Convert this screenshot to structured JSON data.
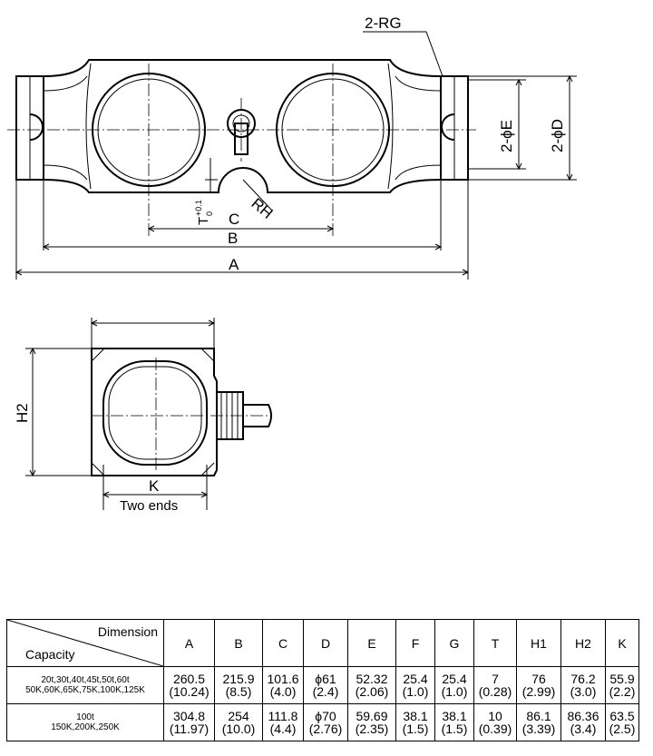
{
  "labels": {
    "rg": "2-RG",
    "e": "2-ϕE",
    "d": "2-ϕD",
    "rh": "RH",
    "t_main": "T",
    "t_sup": "+0.1",
    "t_sub": "0",
    "c": "C",
    "b": "B",
    "a": "A",
    "h2": "H2",
    "k": "K",
    "two_ends": "Two ends"
  },
  "table": {
    "header_dimension": "Dimension",
    "header_capacity": "Capacity",
    "columns": [
      "A",
      "B",
      "C",
      "D",
      "E",
      "F",
      "G",
      "T",
      "H1",
      "H2",
      "K"
    ],
    "rows": [
      {
        "capacity_line1": "20t,30t,40t,45t,50t,60t",
        "capacity_line2": "50K,60K,65K,75K,100K,125K",
        "values": [
          [
            "260.5",
            "(10.24)"
          ],
          [
            "215.9",
            "(8.5)"
          ],
          [
            "101.6",
            "(4.0)"
          ],
          [
            "ϕ61",
            "(2.4)"
          ],
          [
            "52.32",
            "(2.06)"
          ],
          [
            "25.4",
            "(1.0)"
          ],
          [
            "25.4",
            "(1.0)"
          ],
          [
            "7",
            "(0.28)"
          ],
          [
            "76",
            "(2.99)"
          ],
          [
            "76.2",
            "(3.0)"
          ],
          [
            "55.9",
            "(2.2)"
          ]
        ]
      },
      {
        "capacity_line1": "100t",
        "capacity_line2": "150K,200K,250K",
        "values": [
          [
            "304.8",
            "(11.97)"
          ],
          [
            "254",
            "(10.0)"
          ],
          [
            "111.8",
            "(4.4)"
          ],
          [
            "ϕ70",
            "(2.76)"
          ],
          [
            "59.69",
            "(2.35)"
          ],
          [
            "38.1",
            "(1.5)"
          ],
          [
            "38.1",
            "(1.5)"
          ],
          [
            "10",
            "(0.39)"
          ],
          [
            "86.1",
            "(3.39)"
          ],
          [
            "86.36",
            "(3.4)"
          ],
          [
            "63.5",
            "(2.5)"
          ]
        ]
      }
    ]
  }
}
